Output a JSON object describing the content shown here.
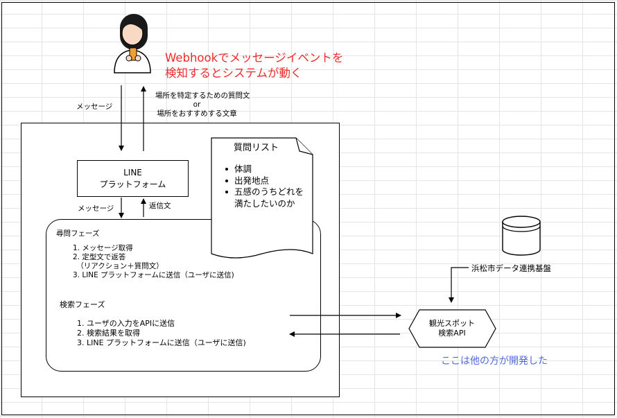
{
  "annotations": {
    "webhook_note": "Webhookでメッセージイベントを\n検知するとシステムが動く",
    "developer_note": "ここは他の方が開発した"
  },
  "flows": {
    "user_to_line": "メッセージ",
    "line_to_user": "場所を特定するための質問文\nor\n場所をおすすめする文章",
    "line_to_system": "メッセージ",
    "system_to_line": "返信文"
  },
  "line_platform": {
    "line1": "LINE",
    "line2": "プラットフォーム"
  },
  "question_doc": {
    "title": "質問リスト",
    "items": [
      "体調",
      "出発地点",
      "五感のうちどれを\n満たしたいのか"
    ]
  },
  "inquiry_phase": {
    "title": "尋問フェーズ",
    "steps": [
      "1. メッセージ取得",
      "2. 定型文で返答",
      "　（リアクション＋質問文）",
      "3. LINE プラットフォームに送信（ユーザに送信)"
    ]
  },
  "search_phase": {
    "title": "検索フェーズ",
    "steps": [
      "1. ユーザの入力をAPIに送信",
      "2. 検索結果を取得",
      "3. LINE プラットフォームに送信（ユーザに送信)"
    ]
  },
  "data_platform": {
    "label": "浜松市データ連携基盤"
  },
  "tourism_api": {
    "line1": "観光スポット",
    "line2": "検索API"
  },
  "colors": {
    "annotation_red": "#ee2b2b",
    "annotation_blue": "#4f6bdd",
    "person_skin": "#f7d9c4",
    "phone": "#f0a030"
  }
}
